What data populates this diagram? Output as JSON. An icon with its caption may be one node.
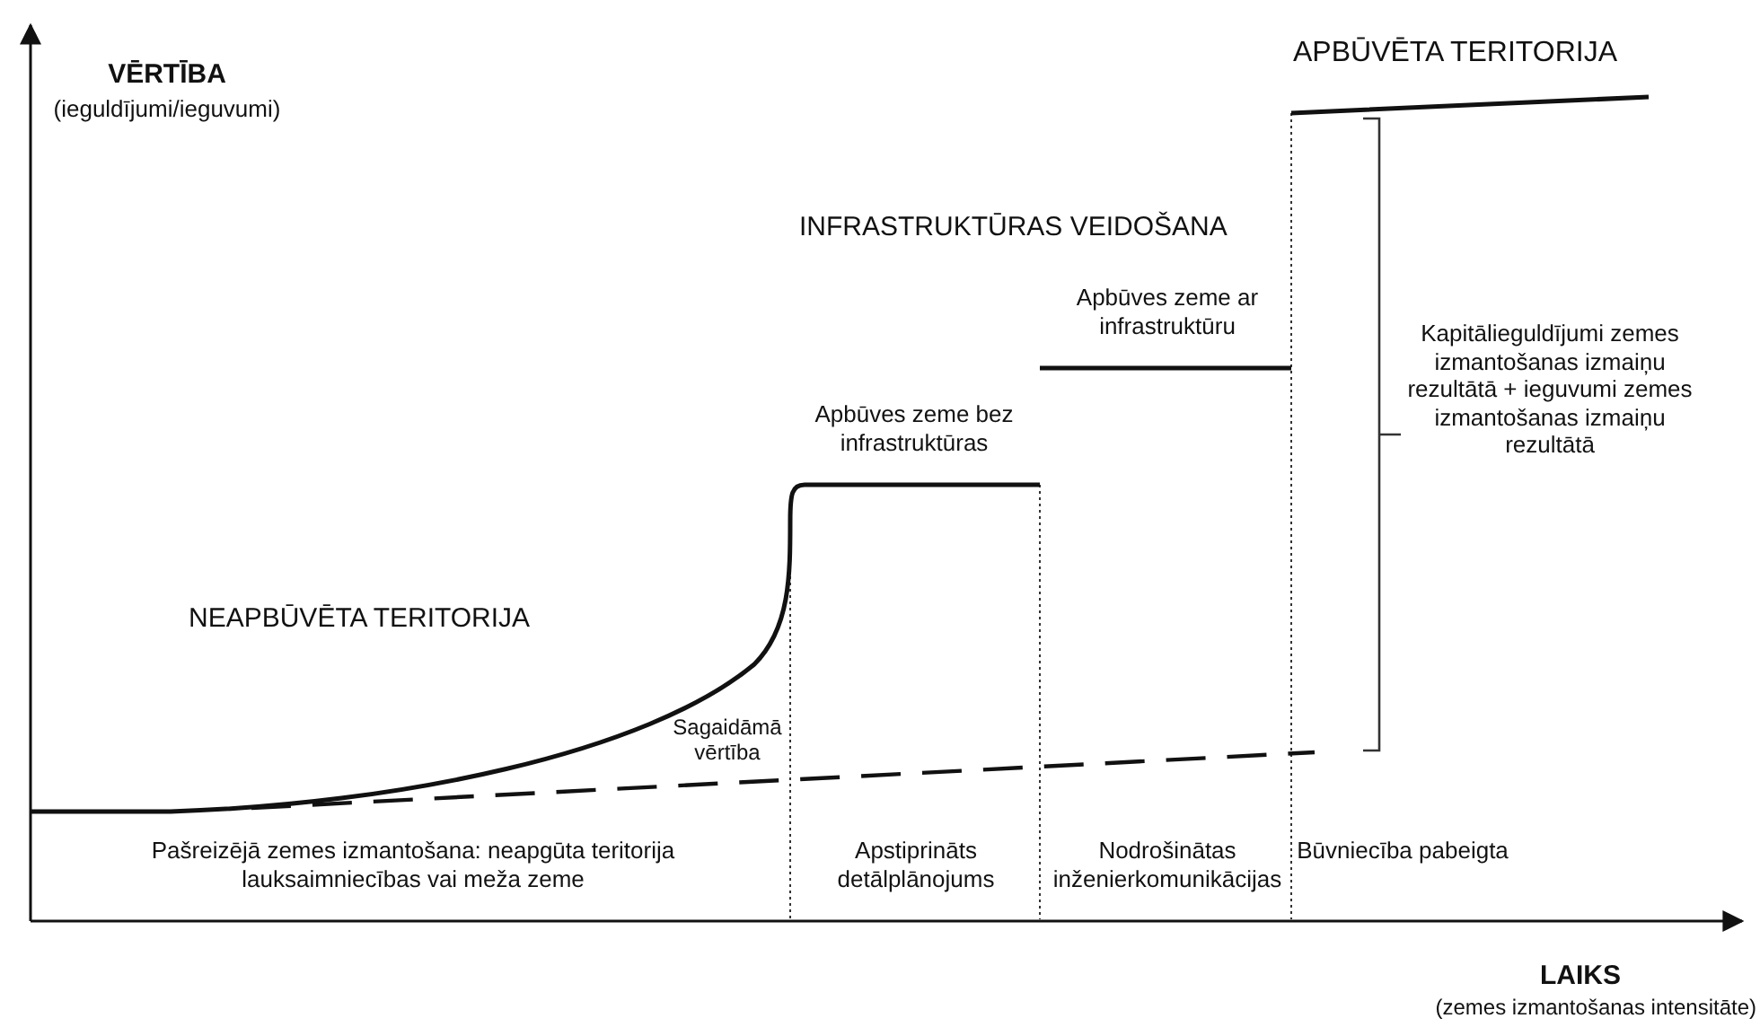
{
  "diagram": {
    "labels": [
      "APBŪVĒTA TERITORIJA",
      "VĒRTĪBA",
      "(ieguldījumi/ieguvumi)",
      "INFRASTRUKTŪRAS VEIDOŠANA",
      "Apbūves zeme ar infrastruktūru",
      "Apbūves zeme bez infrastruktūras",
      "Kapitālieguldījumi zemes izmantošanas izmaiņu rezultātā + ieguvumi zemes izmantošanas izmaiņu rezultātā",
      "NEAPBŪVĒTA TERITORIJA",
      "Sagaidāmā vērtība",
      "Pašreizējā zemes izmantošana: neapgūta teritorija lauksaimniecības vai meža zeme",
      "Apstiprināts detālplānojums",
      "Nodrošinātas inženierkomunikācijas",
      "Būvniecība pabeigta",
      "LAIKS",
      "(zemes izmantošanas intensitāte)"
    ]
  }
}
